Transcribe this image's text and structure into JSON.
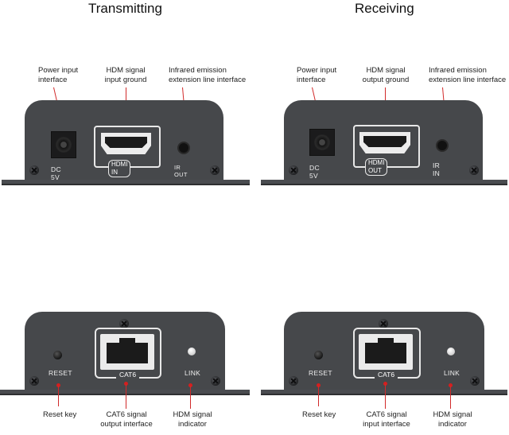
{
  "headings": {
    "left": "Transmitting",
    "right": "Receiving"
  },
  "callouts": {
    "tx_top": {
      "power": [
        "Power input",
        "interface"
      ],
      "hdmi": [
        "HDM signal",
        "input ground"
      ],
      "ir": [
        "Infrared emission",
        "extension line interface"
      ]
    },
    "rx_top": {
      "power": [
        "Power input",
        "interface"
      ],
      "hdmi": [
        "HDM signal",
        "output ground"
      ],
      "ir": [
        "Infrared emission",
        "extension line interface"
      ]
    },
    "tx_bottom": {
      "reset": [
        "Reset key"
      ],
      "cat6": [
        "CAT6 signal",
        "output interface"
      ],
      "link": [
        "HDM signal",
        "indicator"
      ]
    },
    "rx_bottom": {
      "reset": [
        "Reset key"
      ],
      "cat6": [
        "CAT6 signal",
        "input interface"
      ],
      "link": [
        "HDM signal",
        "indicator"
      ]
    }
  },
  "panel_labels": {
    "tx_top": {
      "dc": "DC  5V",
      "hdmi": "HDMI IN",
      "ir": "IR OUT"
    },
    "rx_top": {
      "dc": "DC  5V",
      "hdmi": "HDMI OUT",
      "ir": "IR IN"
    },
    "tx_bottom": {
      "reset": "RESET",
      "cat6": "CAT6",
      "link": "LINK"
    },
    "rx_bottom": {
      "reset": "RESET",
      "cat6": "CAT6",
      "link": "LINK"
    }
  },
  "colors": {
    "panel": "#46484b",
    "callout_line": "#d12a2a",
    "port_white": "#ececec"
  }
}
